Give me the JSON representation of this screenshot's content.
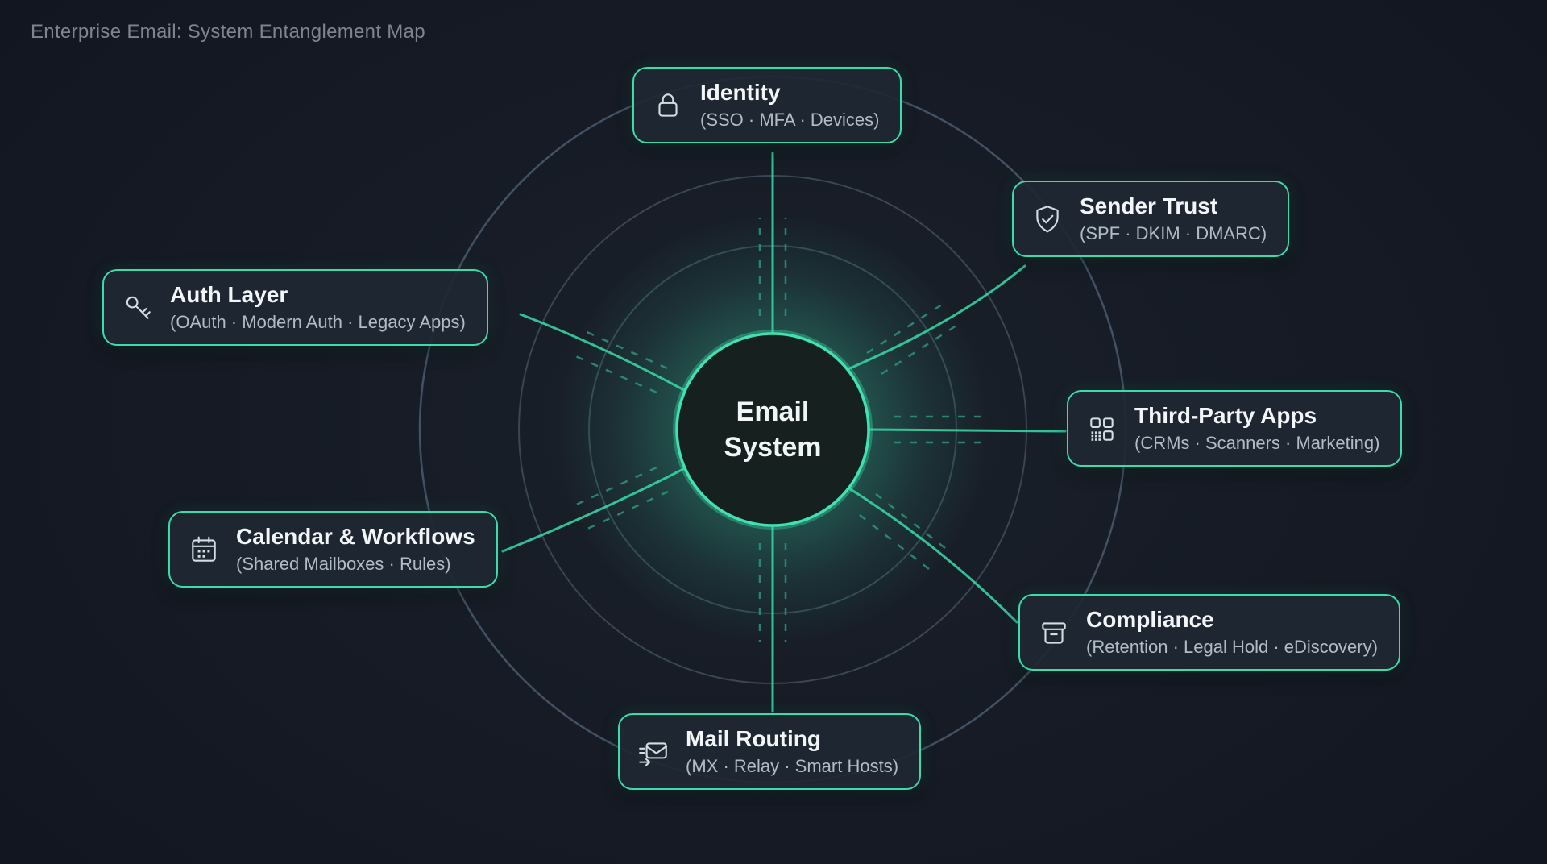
{
  "page": {
    "title": "Enterprise Email: System Entanglement Map"
  },
  "colors": {
    "accent": "#3bdcab",
    "background": "#151a23",
    "ring_gray": "#47586a",
    "node_background": "#1f2832",
    "title_text": "#f2f6f8",
    "subtitle_text": "#b0bcc7",
    "heading_text": "#7c8591",
    "glow": "#38dfae"
  },
  "center_node": {
    "label_line1": "Email",
    "label_line2": "System"
  },
  "nodes": [
    {
      "id": "identity",
      "title": "Identity",
      "subtitle": "(SSO · MFA · Devices)",
      "icon": "lock-icon"
    },
    {
      "id": "sender-trust",
      "title": "Sender Trust",
      "subtitle": "(SPF · DKIM · DMARC)",
      "icon": "shield-check-icon"
    },
    {
      "id": "auth-layer",
      "title": "Auth Layer",
      "subtitle": "(OAuth · Modern Auth · Legacy Apps)",
      "icon": "key-icon"
    },
    {
      "id": "third-party-apps",
      "title": "Third-Party Apps",
      "subtitle": "(CRMs · Scanners · Marketing)",
      "icon": "apps-grid-icon"
    },
    {
      "id": "calendar-workflows",
      "title": "Calendar & Workflows",
      "subtitle": "(Shared Mailboxes · Rules)",
      "icon": "calendar-icon"
    },
    {
      "id": "compliance",
      "title": "Compliance",
      "subtitle": "(Retention · Legal Hold · eDiscovery)",
      "icon": "archive-icon"
    },
    {
      "id": "mail-routing",
      "title": "Mail Routing",
      "subtitle": "(MX · Relay · Smart Hosts)",
      "icon": "mail-send-icon"
    }
  ]
}
